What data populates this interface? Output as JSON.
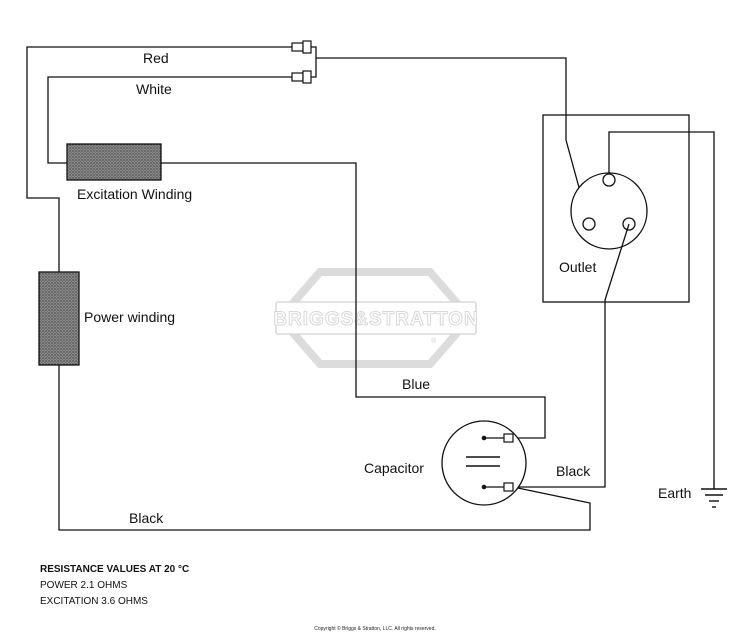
{
  "wire_labels": {
    "red": "Red",
    "white": "White",
    "blue": "Blue",
    "black_cap_outlet": "Black",
    "black_bottom": "Black"
  },
  "components": {
    "excitation_winding": "Excitation Winding",
    "power_winding": "Power winding",
    "outlet": "Outlet",
    "capacitor": "Capacitor",
    "earth": "Earth"
  },
  "notes": {
    "heading": "RESISTANCE VALUES AT 20 °C",
    "power": "POWER 2.1 OHMS",
    "excitation": "EXCITATION 3.6 OHMS"
  },
  "watermark": {
    "brand": "BRIGGS&STRATTON",
    "registered": "®"
  },
  "copyright": "Copyright © Briggs & Stratton, LLC. All rights reserved.",
  "colors": {
    "line": "#111111",
    "winding_fill": "#6b6b6b",
    "watermark": "#d8d8d8"
  }
}
